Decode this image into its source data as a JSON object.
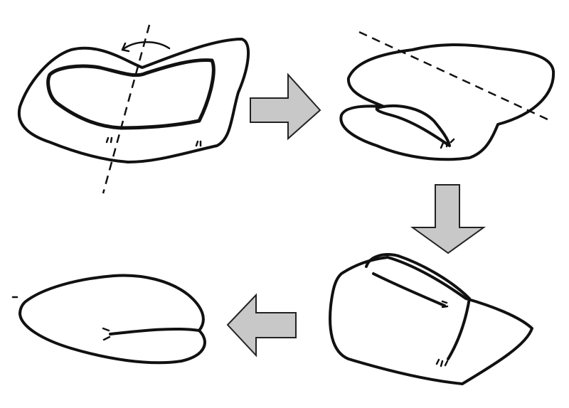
{
  "diagram": {
    "steps": 4,
    "colors": {
      "outline": "#111111",
      "arrow_fill": "#c8c8c8",
      "background": "#ffffff"
    },
    "flow": [
      "right",
      "down",
      "left"
    ]
  }
}
